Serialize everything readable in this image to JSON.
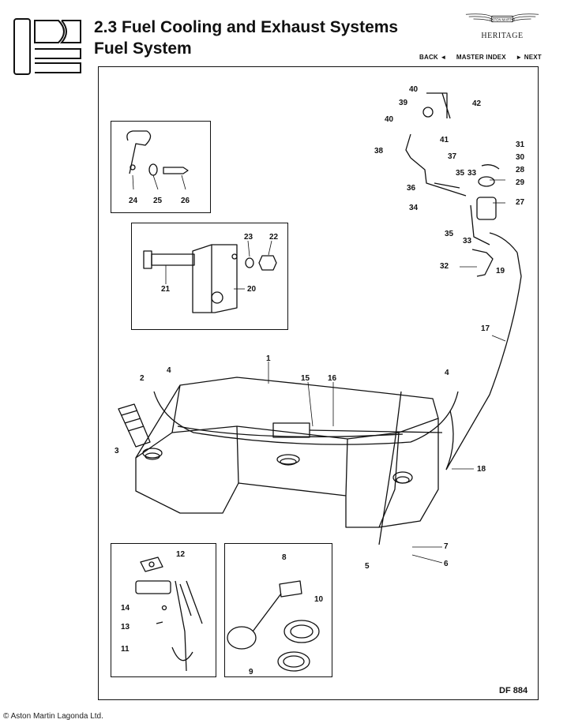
{
  "header": {
    "title_line1": "2.3 Fuel Cooling and Exhaust Systems",
    "title_line2": "Fuel System",
    "brand_badge": "ASTON MARTIN",
    "brand_sub": "HERITAGE",
    "logo_text": "DBS",
    "nav": {
      "back": "BACK ◄",
      "index": "MASTER INDEX",
      "next": "► NEXT"
    }
  },
  "diagram": {
    "code": "DF 884",
    "callouts": {
      "n1": "1",
      "n2": "2",
      "n3": "3",
      "n4a": "4",
      "n4b": "4",
      "n5": "5",
      "n6": "6",
      "n7": "7",
      "n8": "8",
      "n9": "9",
      "n10": "10",
      "n11": "11",
      "n12": "12",
      "n13": "13",
      "n14": "14",
      "n15": "15",
      "n16": "16",
      "n17": "17",
      "n18": "18",
      "n19": "19",
      "n20": "20",
      "n21": "21",
      "n22": "22",
      "n23": "23",
      "n24": "24",
      "n25": "25",
      "n26": "26",
      "n27": "27",
      "n28": "28",
      "n29": "29",
      "n30": "30",
      "n31": "31",
      "n32": "32",
      "n33a": "33",
      "n33b": "33",
      "n34": "34",
      "n35a": "35",
      "n35b": "35",
      "n36": "36",
      "n37": "37",
      "n38": "38",
      "n39": "39",
      "n40a": "40",
      "n40b": "40",
      "n41": "41",
      "n42": "42"
    }
  },
  "footer": {
    "copyright": "© Aston Martin Lagonda Ltd."
  }
}
